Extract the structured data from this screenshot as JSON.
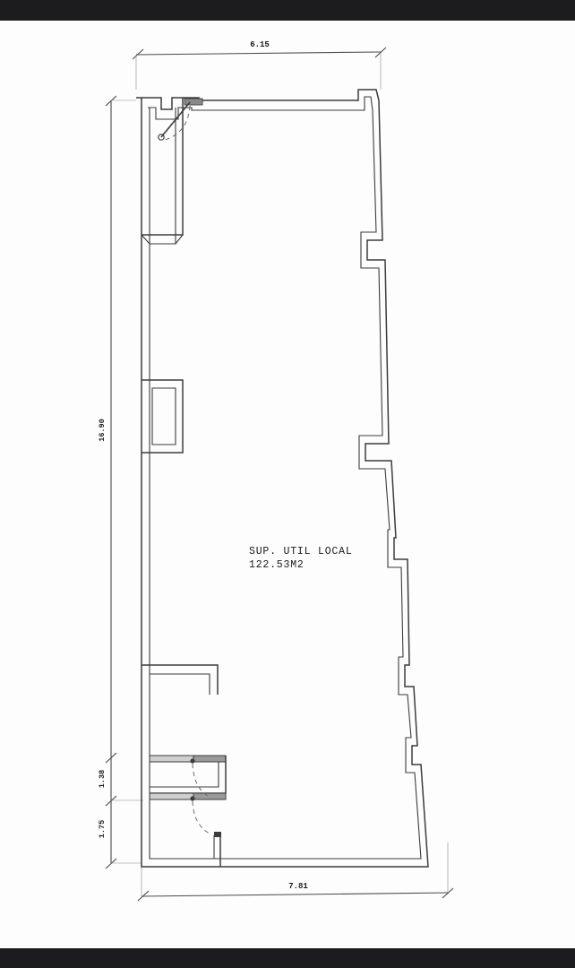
{
  "document": {
    "title": "Plano de Local",
    "type": "architectural-floor-plan",
    "background_color": "#fdfdfd",
    "frame_color": "#1c1c1e",
    "line_color": "#3c3c3c"
  },
  "area_label": {
    "line1": "SUP. UTIL LOCAL",
    "line2": "122.53M2"
  },
  "dimensions": {
    "top": {
      "value": "6.15",
      "orientation": "horizontal",
      "position": "top"
    },
    "bottom": {
      "value": "7.81",
      "orientation": "horizontal",
      "position": "bottom"
    },
    "left_main": {
      "value": "16.90",
      "orientation": "vertical",
      "position": "left"
    },
    "left_lower_1": {
      "value": "1.38",
      "orientation": "vertical",
      "position": "left-lower"
    },
    "left_lower_2": {
      "value": "1.75",
      "orientation": "vertical",
      "position": "left-bottom"
    }
  },
  "features": {
    "entry_door_label": "entry-door-swing",
    "room_door_1_label": "room-door-swing-upper",
    "room_door_2_label": "room-door-swing-lower",
    "shaft_label": "interior-shaft",
    "wall_notches": 6
  }
}
